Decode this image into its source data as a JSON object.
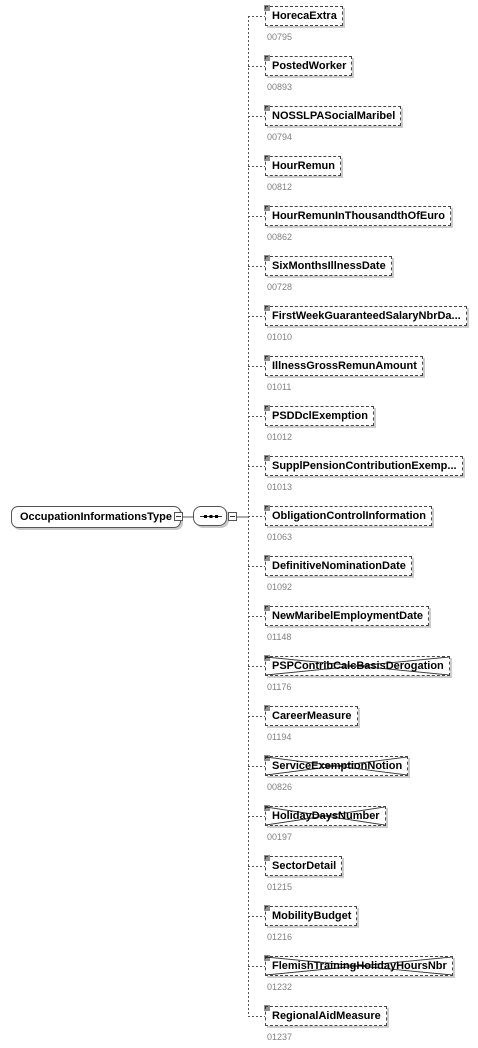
{
  "root": {
    "name": "OccupationInformationsType"
  },
  "compositor": {
    "kind": "sequence"
  },
  "elements": [
    {
      "name": "HorecaExtra",
      "code": "00795",
      "deprecated": false
    },
    {
      "name": "PostedWorker",
      "code": "00893",
      "deprecated": false
    },
    {
      "name": "NOSSLPASocialMaribel",
      "code": "00794",
      "deprecated": false
    },
    {
      "name": "HourRemun",
      "code": "00812",
      "deprecated": false
    },
    {
      "name": "HourRemunInThousandthOfEuro",
      "code": "00862",
      "deprecated": false
    },
    {
      "name": "SixMonthsIllnessDate",
      "code": "00728",
      "deprecated": false
    },
    {
      "name": "FirstWeekGuaranteedSalaryNbrDa...",
      "code": "01010",
      "deprecated": false
    },
    {
      "name": "IllnessGrossRemunAmount",
      "code": "01011",
      "deprecated": false
    },
    {
      "name": "PSDDclExemption",
      "code": "01012",
      "deprecated": false
    },
    {
      "name": "SupplPensionContributionExemp...",
      "code": "01013",
      "deprecated": false
    },
    {
      "name": "ObligationControlInformation",
      "code": "01063",
      "deprecated": false
    },
    {
      "name": "DefinitiveNominationDate",
      "code": "01092",
      "deprecated": false
    },
    {
      "name": "NewMaribelEmploymentDate",
      "code": "01148",
      "deprecated": false
    },
    {
      "name": "PSPContribCalcBasisDerogation",
      "code": "01176",
      "deprecated": true
    },
    {
      "name": "CareerMeasure",
      "code": "01194",
      "deprecated": false
    },
    {
      "name": "ServiceExemptionNotion",
      "code": "00826",
      "deprecated": true
    },
    {
      "name": "HolidayDaysNumber",
      "code": "00197",
      "deprecated": true
    },
    {
      "name": "SectorDetail",
      "code": "01215",
      "deprecated": false
    },
    {
      "name": "MobilityBudget",
      "code": "01216",
      "deprecated": false
    },
    {
      "name": "FlemishTrainingHolidayHoursNbr",
      "code": "01232",
      "deprecated": true
    },
    {
      "name": "RegionalAidMeasure",
      "code": "01237",
      "deprecated": false
    }
  ],
  "colors": {
    "line": "#555555",
    "code_text": "#808080",
    "shadow": "#cccccc"
  },
  "icons": {
    "element": "element-icon",
    "sequence": "sequence-icon",
    "collapse": "collapse-icon"
  }
}
